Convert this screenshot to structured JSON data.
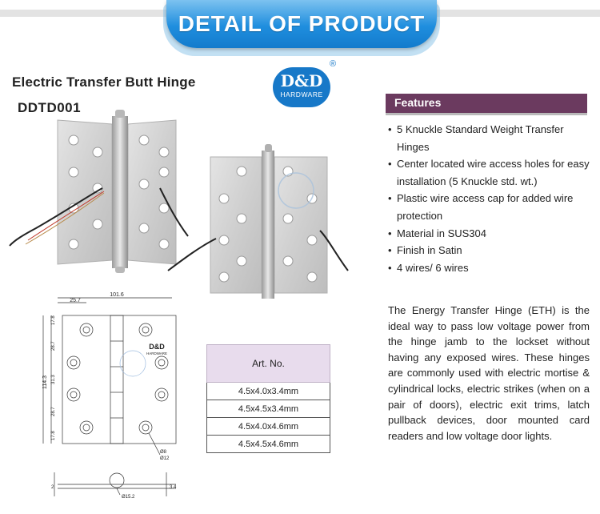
{
  "banner": {
    "title": "DETAIL OF PRODUCT"
  },
  "product": {
    "name": "Electric Transfer Butt Hinge",
    "model": "DDTD001"
  },
  "logo": {
    "brand": "D&D",
    "sub": "HARDWARE",
    "registered": "®"
  },
  "features": {
    "heading": "Features",
    "items": [
      "5 Knuckle Standard Weight Transfer Hinges",
      "Center located wire access holes for easy installation  (5 Knuckle std. wt.)",
      "Plastic wire access cap for added wire protection",
      "Material in SUS304",
      "Finish in Satin",
      "4 wires/ 6 wires"
    ]
  },
  "description": "The Energy Transfer Hinge (ETH) is the ideal way to pass low voltage power from the hinge jamb to the lockset without having any exposed wires. These hinges are commonly used with electric mortise & cylindrical locks, electric strikes (when on a pair of doors), electric exit trims, latch pullback devices, door mounted card readers and low voltage door lights.",
  "table": {
    "header": "Art. No.",
    "rows": [
      "4.5x4.0x3.4mm",
      "4.5x4.5x3.4mm",
      "4.5x4.0x4.6mm",
      "4.5x4.5x4.6mm"
    ]
  },
  "drawing": {
    "dim_width": "101.6",
    "dim_top": "25.7",
    "dim_left_total": "114.3",
    "dim_seg1": "17.8",
    "dim_seg2": "28.7",
    "dim_seg3": "31.3",
    "dim_seg4": "28.7",
    "dim_seg5": "17.8",
    "hole_dia": "Ø8",
    "hole_dia2": "Ø12",
    "knuckle_dia": "Ø15.2",
    "side_left": "2",
    "side_right": "3.4",
    "stamp_brand": "D&D",
    "stamp_sub": "HARDWARE"
  },
  "colors": {
    "banner": "#1f8ede",
    "features_bg": "#6b3a5f",
    "table_header": "#e8dced",
    "logo": "#1778c8"
  }
}
